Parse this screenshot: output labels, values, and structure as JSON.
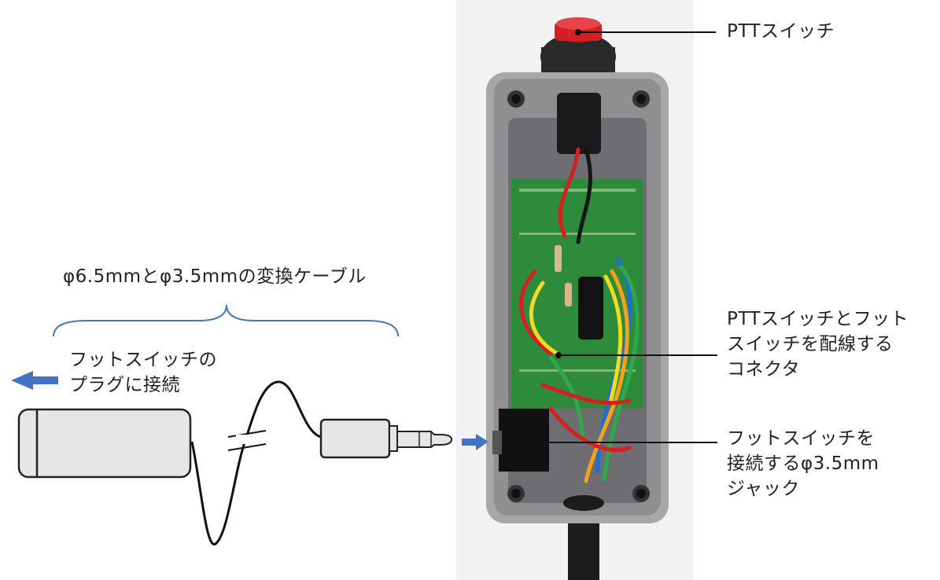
{
  "labels": {
    "ptt_switch": "PTTスイッチ",
    "connector": "PTTスイッチとフット\nスイッチを配線する\nコネクタ",
    "jack": "フットスイッチを\n接続するφ3.5mm\nジャック",
    "cable": "φ6.5mmとφ3.5mmの変換ケーブル",
    "plug_connect": "フットスイッチの\nプラグに接続"
  },
  "colors": {
    "arrow_blue": "#4472c4",
    "brace_blue": "#4472c4",
    "enclosure": "#9a9a9c",
    "pcb": "#2e8b3c",
    "button_red": "#d41f24"
  }
}
